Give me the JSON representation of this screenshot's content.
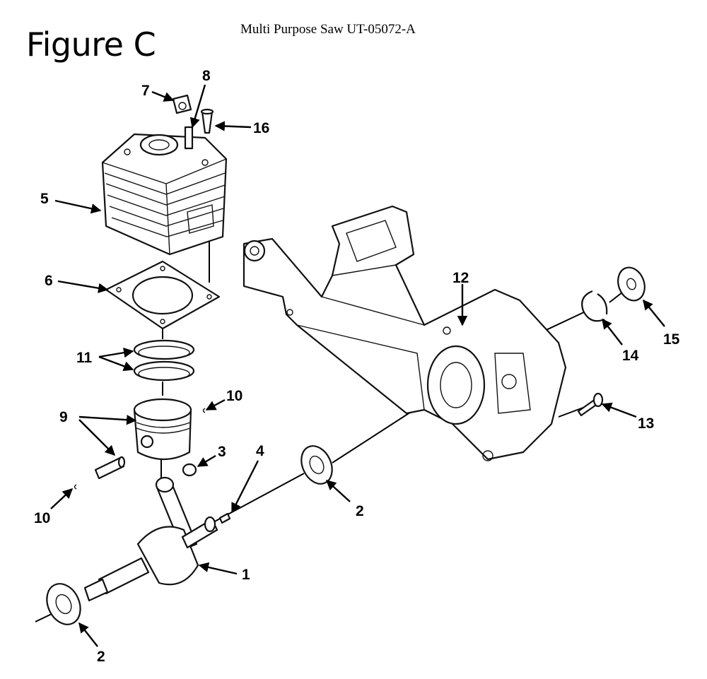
{
  "figure_label": "Figure C",
  "document_title": "Multi Purpose Saw UT-05072-A",
  "callouts": [
    "1",
    "2",
    "2",
    "3",
    "4",
    "5",
    "6",
    "7",
    "8",
    "9",
    "10",
    "10",
    "11",
    "12",
    "13",
    "14",
    "15",
    "16"
  ],
  "colors": {
    "line": "#111111",
    "background": "#ffffff"
  }
}
